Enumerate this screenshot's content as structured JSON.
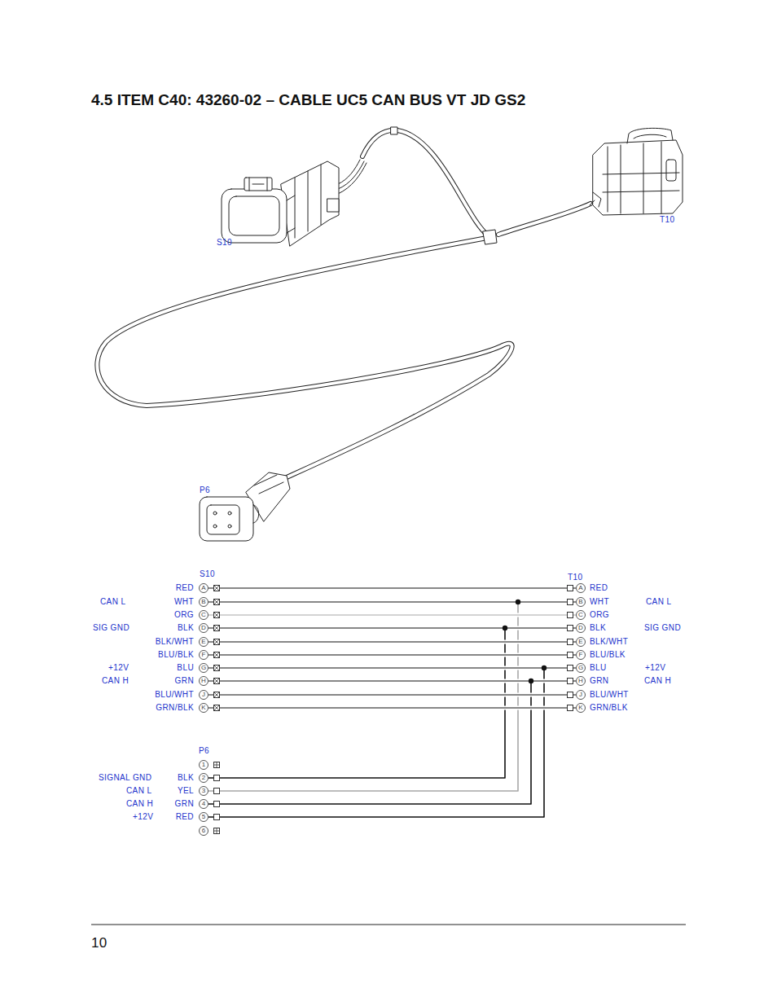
{
  "diagram": {
    "title": "4.5 ITEM C40: 43260-02 – CABLE UC5 CAN BUS VT JD GS2",
    "nodes": [
      {
        "text": [
          "A"
        ]
      },
      {
        "text": [
          "A"
        ]
      },
      {
        "text": [
          "B"
        ]
      },
      {
        "text": [
          "B"
        ]
      },
      {
        "text": [
          "C"
        ]
      },
      {
        "text": [
          "C"
        ]
      },
      {
        "text": [
          "D"
        ]
      },
      {
        "text": [
          "D"
        ]
      },
      {
        "text": [
          "E"
        ]
      },
      {
        "text": [
          "E"
        ]
      },
      {
        "text": [
          "F"
        ]
      },
      {
        "text": [
          "F"
        ]
      },
      {
        "text": [
          "G"
        ]
      },
      {
        "text": [
          "G"
        ]
      },
      {
        "text": [
          "H"
        ]
      },
      {
        "text": [
          "H"
        ]
      },
      {
        "text": [
          "J"
        ]
      },
      {
        "text": [
          "J"
        ]
      },
      {
        "text": [
          "K"
        ]
      },
      {
        "text": [
          "K"
        ]
      },
      {
        "text": [
          "1"
        ]
      },
      {
        "text": [
          "2"
        ]
      },
      {
        "text": [
          "3"
        ]
      },
      {
        "text": [
          "4"
        ]
      },
      {
        "text": [
          "5"
        ]
      },
      {
        "text": [
          "6"
        ]
      }
    ],
    "edges": [
      {
        "from": 0,
        "to": 1,
        "arrow": "none"
      },
      {
        "from": 2,
        "to": 3,
        "arrow": "none"
      },
      {
        "from": 4,
        "to": 5,
        "arrow": "none"
      },
      {
        "from": 6,
        "to": 7,
        "arrow": "none"
      },
      {
        "from": 8,
        "to": 9,
        "arrow": "none"
      },
      {
        "from": 10,
        "to": 11,
        "arrow": "none"
      },
      {
        "from": 12,
        "to": 13,
        "arrow": "none"
      },
      {
        "from": 14,
        "to": 15,
        "arrow": "none"
      },
      {
        "from": 16,
        "to": 17,
        "arrow": "none"
      },
      {
        "from": 18,
        "to": 19,
        "arrow": "none"
      },
      {
        "from": 21,
        "to": 6,
        "arrow": "none"
      },
      {
        "from": 21,
        "to": 7,
        "arrow": "none"
      },
      {
        "from": 22,
        "to": 2,
        "arrow": "none"
      },
      {
        "from": 22,
        "to": 3,
        "arrow": "none"
      },
      {
        "from": 23,
        "to": 14,
        "arrow": "none"
      },
      {
        "from": 23,
        "to": 15,
        "arrow": "none"
      },
      {
        "from": 24,
        "to": 12,
        "arrow": "none"
      },
      {
        "from": 24,
        "to": 13,
        "arrow": "none"
      }
    ],
    "labels": [
      "S10",
      "T10",
      "P6",
      "S10",
      "T10",
      "RED",
      "RED",
      "CAN L",
      "WHT",
      "WHT",
      "CAN L",
      "ORG",
      "ORG",
      "SIG GND",
      "BLK",
      "BLK",
      "SIG GND",
      "BLK/WHT",
      "BLK/WHT",
      "BLU/BLK",
      "BLU/BLK",
      "+12V",
      "BLU",
      "BLU",
      "+12V",
      "CAN H",
      "GRN",
      "GRN",
      "CAN H",
      "BLU/WHT",
      "BLU/WHT",
      "GRN/BLK",
      "GRN/BLK",
      "P6",
      "SIGNAL GND",
      "BLK",
      "CAN L",
      "YEL",
      "CAN H",
      "GRN",
      "+12V",
      "RED",
      "10"
    ]
  }
}
